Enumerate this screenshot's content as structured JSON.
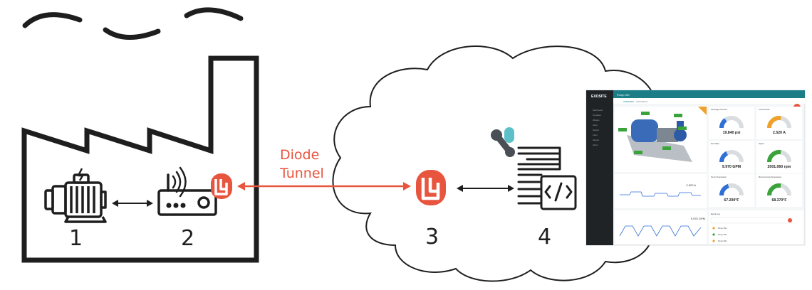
{
  "labels": {
    "motor": "1",
    "gateway": "2",
    "cloud_connector": "3",
    "application": "4"
  },
  "tunnel": {
    "line1": "Diode",
    "line2": "Tunnel"
  },
  "colors": {
    "accent": "#e8553f",
    "outline": "#1e1e1e",
    "dashboard_header": "#1b7d86",
    "dashboard_sidebar": "#1f2326"
  },
  "dashboard": {
    "brand": "EXOSITE",
    "title": "Pump 3SI",
    "tabs": [
      "OVERVIEW",
      "HISTORICAL"
    ],
    "panels": [
      {
        "title": "Discharge Pressure",
        "value": "19.840 psi",
        "color": "#2f6fd6"
      },
      {
        "title": "Current Draw",
        "value": "2.520 A",
        "color": "#f0a12a"
      },
      {
        "title": "Flow Rate",
        "value": "9.970 GPM",
        "color": "#2f6fd6"
      },
      {
        "title": "Speed",
        "value": "2001.060 rpm",
        "color": "#3aa33a"
      },
      {
        "title": "Pump Temperature",
        "value": "67.200°F",
        "color": "#2f6fd6"
      },
      {
        "title": "Motor Housing Temperature",
        "value": "68.370°F",
        "color": "#3aa33a"
      }
    ],
    "current_draw_value": "2.520 A",
    "flow_rate_value": "9.970 GPM",
    "event_log_title": "Event Log",
    "events": [
      "Pump 3SC",
      "Pump 3SC",
      "Pump 3SC"
    ],
    "sidebar_items": [
      "Dashboards",
      "Templates",
      "Widgets",
      "Alerts",
      "Reports",
      "Users",
      "Devices",
      "Admin"
    ]
  },
  "icons": [
    "factory-icon",
    "motor-icon",
    "router-icon",
    "clearblade-icon",
    "cloud-icon",
    "application-icon",
    "brand-icon"
  ]
}
